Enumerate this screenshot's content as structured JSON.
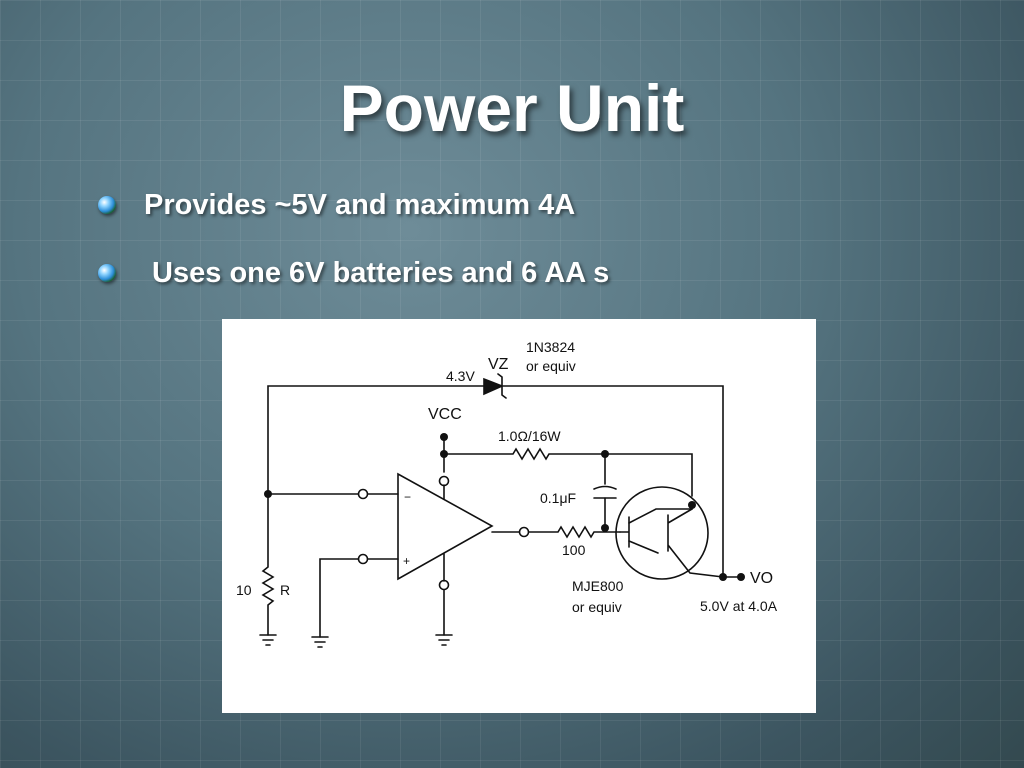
{
  "slide": {
    "title": "Power Unit",
    "bullets": [
      "Provides ~5V and maximum 4A",
      " Uses one 6V batteries and 6 AA s"
    ]
  },
  "schematic": {
    "zener_part": "1N3824",
    "zener_part_alt": "or equiv",
    "zener_voltage": "4.3V",
    "zener_symbol": "VZ",
    "supply": "VCC",
    "sense_resistor": "1.0Ω/16W",
    "capacitor": "0.1μF",
    "base_resistor": "100",
    "transistor_part": "MJE800",
    "transistor_part_alt": "or equiv",
    "output": "VO",
    "output_rating": "5.0V at 4.0A",
    "divider_value": "10",
    "divider_label": "R",
    "minus_sign": "−",
    "plus_sign": "+"
  },
  "colors": {
    "text": "#ffffff",
    "figure_background": "#ffffff",
    "line": "#111111"
  }
}
